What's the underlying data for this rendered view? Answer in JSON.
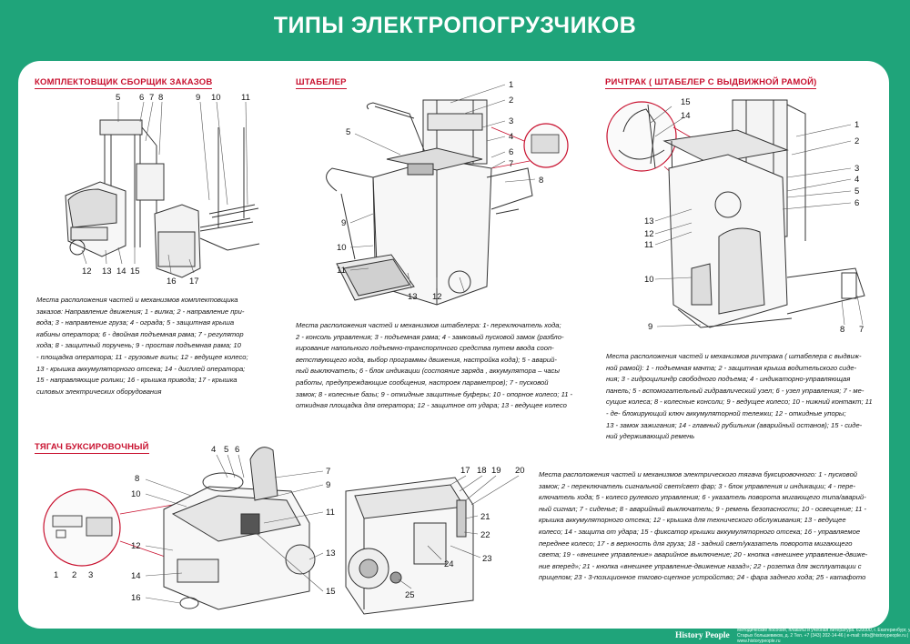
{
  "title": "ТИПЫ ЭЛЕКТРОПОГРУЗЧИКОВ",
  "sections": {
    "order_picker": {
      "title": "КОМПЛЕКТОВЩИК СБОРЩИК ЗАКАЗОВ",
      "callouts": [
        "5",
        "6",
        "7",
        "8",
        "9",
        "10",
        "11",
        "12",
        "13",
        "14",
        "15",
        "16",
        "17"
      ],
      "lines": [
        "Места расположения частей и механизмов комплектовщика",
        "заказов: Направление движения; 1 - вилка; 2 - направление при-",
        "вода; 3 - направление груза; 4 - ограда; 5 - защитная крыша",
        "кабины оператора; 6 - двойная подъемная рама; 7 - регулятор",
        "хода; 8 - защитный поручень; 9 - простая подъемная рама; 10",
        "- площадка оператора; 11 - грузовые вилы; 12 - ведущее колесо;",
        "13 - крышка аккумуляторного отсека; 14 - дисплей оператора;",
        "15 - направляющие ролики; 16 - крышка привода; 17 - крышка",
        "силовых электрических оборудования"
      ]
    },
    "stacker": {
      "title": "ШТАБЕЛЕР",
      "callouts": [
        "1",
        "2",
        "3",
        "4",
        "5",
        "6",
        "7",
        "8",
        "9",
        "10",
        "11",
        "12",
        "13"
      ],
      "lines": [
        "Места расположения частей и механизмов штабелера: 1- переключатель хода;",
        "2 - консоль управления; 3 - подъемная рама; 4 - замковый пусковой замок (разбло-",
        "кирование напольного подъемно-транспортного средства путем ввода сооп-",
        "ветствующего кода, выбор программы движения, настройка кода); 5 - аварий-",
        "ный выключатель; 6 - блок индикации (состояние заряда , аккумулятора – часы",
        "работы, предупреждающие сообщения, настроек параметров); 7 - пусковой",
        "замок; 8 - колесные базы; 9 - откидные защитные буферы; 10 - опорное колесо; 11 -",
        "откидная площадка для оператора; 12 - защитное от удара; 13 - ведущее колесо"
      ]
    },
    "reach_truck": {
      "title": "РИЧТРАК ( ШТАБЕЛЕР С ВЫДВИЖНОЙ РАМОЙ)",
      "callouts": [
        "15",
        "14",
        "1",
        "2",
        "3",
        "4",
        "5",
        "6",
        "13",
        "12",
        "11",
        "10",
        "9",
        "8",
        "7"
      ],
      "lines": [
        "Места расположения частей и механизмов ричтрака ( штабелера с выдвиж-",
        "ной рамой): 1 - подъемная мачта; 2 - защитная крыша водительского сиде-",
        "ния; 3 - гидроцилиндр свободного подъема; 4 - индикаторно-управляющая",
        "панель; 5 - вспомогательный гидравлический узел; 6 - узел управления; 7 - ме-",
        "сущие колеса; 8 - колесные консоли; 9 - ведущее колесо; 10 - нижний контакт; 11",
        "- де- блокирующий ключ аккумуляторной тележки; 12 - откидные упоры;",
        "13 - замок зажигания; 14 - главный рубильник (аварийный останов); 15 - сиде-",
        "ний удерживающий ремень"
      ]
    },
    "tow_tractor": {
      "title": "ТЯГАЧ БУКСИРОВОЧНЫЙ",
      "callouts": [
        "1",
        "2",
        "3",
        "4",
        "5",
        "6",
        "7",
        "8",
        "9",
        "10",
        "11",
        "12",
        "13",
        "14",
        "15",
        "16",
        "17",
        "18",
        "19",
        "20",
        "21",
        "22",
        "23",
        "24",
        "25"
      ],
      "lines": [
        "Места расположения частей и механизмов электрического тягача буксировочного: 1 - пусковой",
        "замок; 2 - переключатель сигнальной свет/свет фар; 3 - блок управления и индикации; 4 - пере-",
        "ключатель хода; 5 - колесо рулевого управления; 6 - указатель поворота мигающего типа/аварий-",
        "ный сигнал; 7 - сиденье; 8 - аварийный выключатель; 9 - ремень безопасности; 10 - освещение; 11 -",
        "крышка аккумуляторного отсека; 12 - крышка для технического обслуживания; 13 - ведущее",
        "колесо; 14 - защита от удара; 15 - фиксатор крышки аккумуляторного отсека; 16 - управляемое",
        "переднее колесо; 17 - в верхность для груза; 18 - задний свет/указатель поворота мигающего",
        "света; 19 - «внешнее управление» аварийное выключение; 20 - кнопка «внешнее управление-движе-",
        "ние вперед»; 21 - кнопка «внешнее управление-движение назад»; 22 - розетка для эксплуатации с",
        "прицепом; 23 - 3-позиционное тягово-сцепное устройство; 24 - фара заднего хода; 25 - катафото"
      ]
    }
  },
  "footer": {
    "brand_a": "History",
    "brand_b": "People",
    "small_text": "Методические пособия, плакаты и учебная литература. 620000, г. Екатеринбург, ул. Старых большевиков, д. 2 Тел. +7 (343) 202-14-46 | e-mail: info@historypeople.ru | www.historypeople.ru"
  },
  "colors": {
    "background": "#1fa47a",
    "accent": "#c8102e",
    "panel": "#ffffff"
  }
}
